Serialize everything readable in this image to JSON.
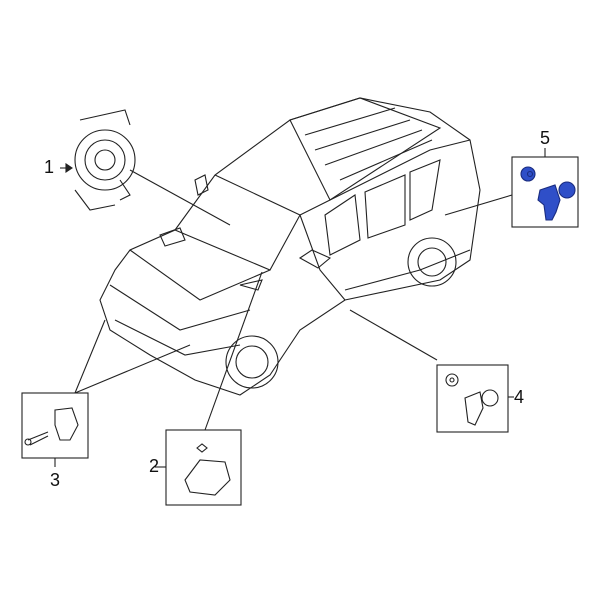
{
  "callouts": [
    {
      "number": "1"
    },
    {
      "number": "2"
    },
    {
      "number": "3"
    },
    {
      "number": "4"
    },
    {
      "number": "5",
      "highlighted": true
    }
  ],
  "colors": {
    "highlight": "#2f4fc8",
    "line": "#222222"
  }
}
